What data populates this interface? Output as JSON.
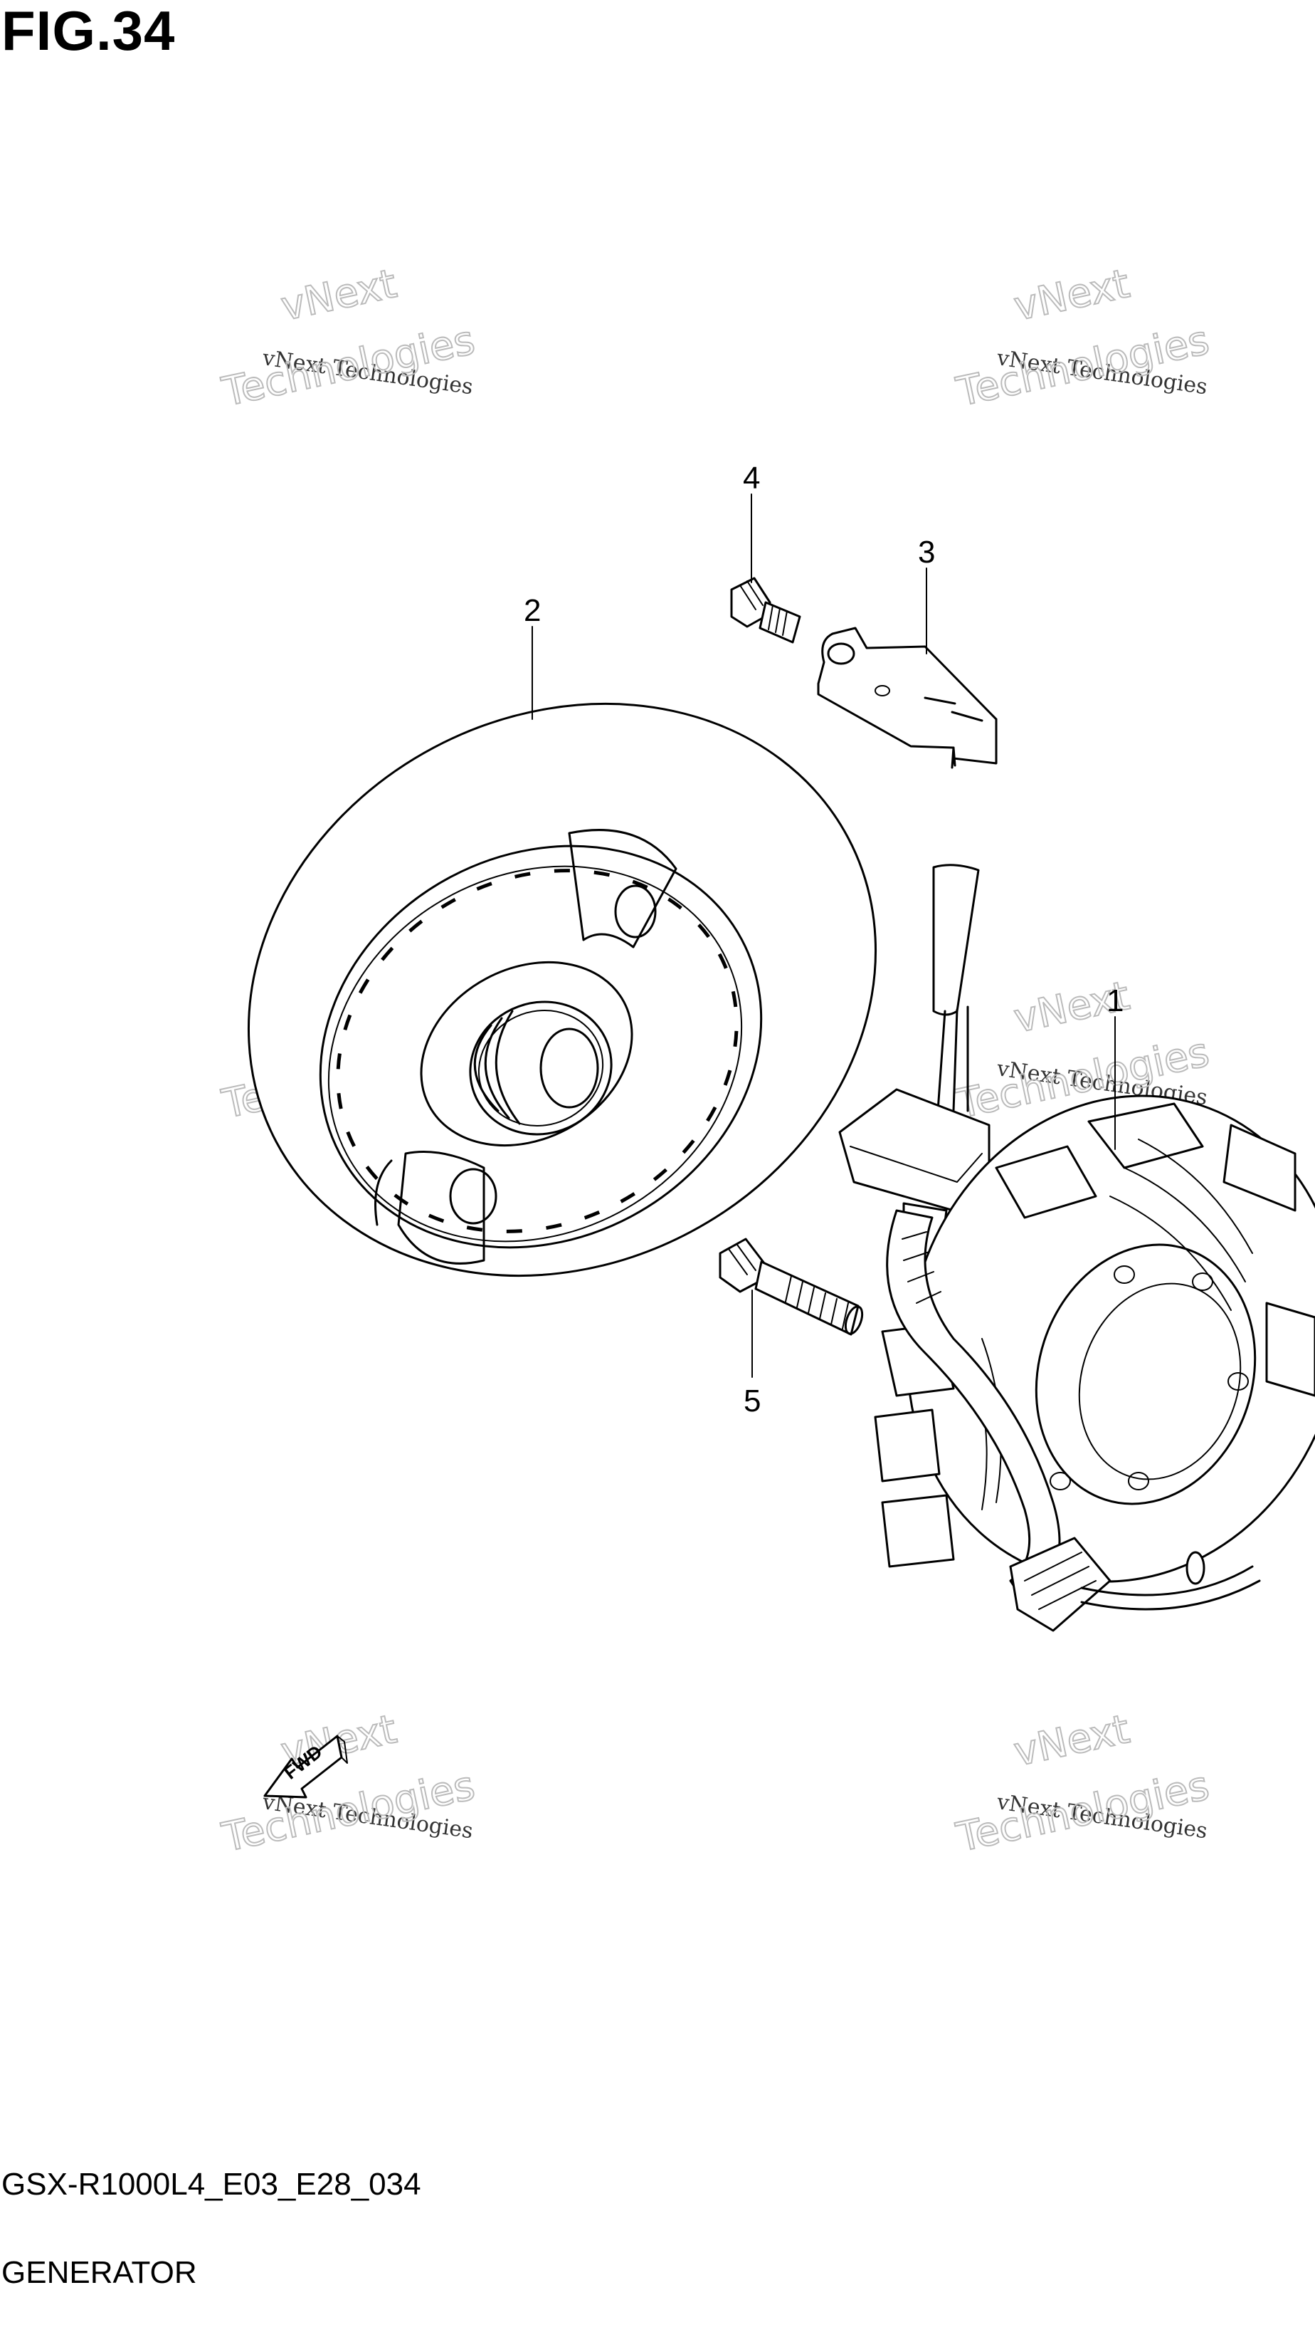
{
  "figure": {
    "title": "FIG.34"
  },
  "footer": {
    "model_code": "GSX-R1000L4_E03_E28_034",
    "section_name": "GENERATOR"
  },
  "callouts": [
    {
      "number": "1"
    },
    {
      "number": "2"
    },
    {
      "number": "3"
    },
    {
      "number": "4"
    },
    {
      "number": "5"
    }
  ],
  "fwd_label": "FWD",
  "watermark": {
    "line1": "vNext Technologies",
    "line2_a": "vNext",
    "line2_b": "Technologies"
  }
}
